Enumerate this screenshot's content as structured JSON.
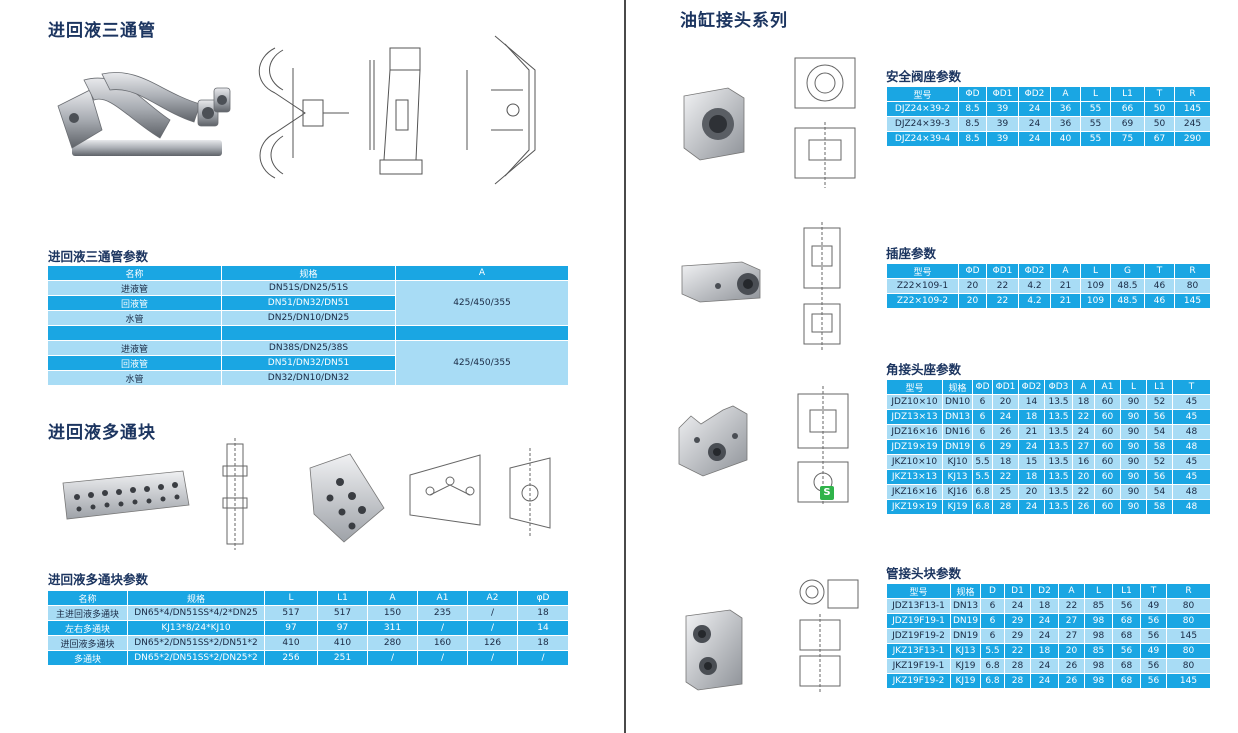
{
  "left": {
    "tee": {
      "title": "进回液三通管",
      "param_title": "进回液三通管参数",
      "headers": [
        "名称",
        "规格",
        "A"
      ],
      "rows": [
        [
          "进液管",
          "DN51S/DN25/51S"
        ],
        [
          "回液管",
          "DN51/DN32/DN51"
        ],
        [
          "水管",
          "DN25/DN10/DN25"
        ],
        [
          "",
          ""
        ],
        [
          "进液管",
          "DN38S/DN25/38S"
        ],
        [
          "回液管",
          "DN51/DN32/DN51"
        ],
        [
          "水管",
          "DN32/DN10/DN32"
        ]
      ],
      "a_group1": "425/450/355",
      "a_group2": "425/450/355"
    },
    "block": {
      "title": "进回液多通块",
      "param_title": "进回液多通块参数",
      "headers": [
        "名称",
        "规格",
        "L",
        "L1",
        "A",
        "A1",
        "A2",
        "φD"
      ],
      "rows": [
        [
          "主进回液多通块",
          "DN65*4/DN51SS*4/2*DN25",
          "517",
          "517",
          "150",
          "235",
          "/",
          "18"
        ],
        [
          "左右多通块",
          "KJ13*8/24*KJ10",
          "97",
          "97",
          "311",
          "/",
          "/",
          "14"
        ],
        [
          "进回液多通块",
          "DN65*2/DN51SS*2/DN51*2",
          "410",
          "410",
          "280",
          "160",
          "126",
          "18"
        ],
        [
          "多通块",
          "DN65*2/DN51SS*2/DN25*2",
          "256",
          "251",
          "/",
          "/",
          "/",
          "/"
        ]
      ]
    }
  },
  "right": {
    "title": "油缸接头系列",
    "safety": {
      "title": "安全阀座参数",
      "headers": [
        "型号",
        "ΦD",
        "ΦD1",
        "ΦD2",
        "A",
        "L",
        "L1",
        "T",
        "R"
      ],
      "rows": [
        [
          "DJZ24×39-2",
          "8.5",
          "39",
          "24",
          "36",
          "55",
          "66",
          "50",
          "145"
        ],
        [
          "DJZ24×39-3",
          "8.5",
          "39",
          "24",
          "36",
          "55",
          "69",
          "50",
          "245"
        ],
        [
          "DJZ24×39-4",
          "8.5",
          "39",
          "24",
          "40",
          "55",
          "75",
          "67",
          "290"
        ]
      ]
    },
    "socket": {
      "title": "插座参数",
      "headers": [
        "型号",
        "ΦD",
        "ΦD1",
        "ΦD2",
        "A",
        "L",
        "G",
        "T",
        "R"
      ],
      "rows": [
        [
          "Z22×109-1",
          "20",
          "22",
          "4.2",
          "21",
          "109",
          "48.5",
          "46",
          "80"
        ],
        [
          "Z22×109-2",
          "20",
          "22",
          "4.2",
          "21",
          "109",
          "48.5",
          "46",
          "145"
        ]
      ]
    },
    "angle": {
      "title": "角接头座参数",
      "headers": [
        "型号",
        "规格",
        "ΦD",
        "ΦD1",
        "ΦD2",
        "ΦD3",
        "A",
        "A1",
        "L",
        "L1",
        "T"
      ],
      "rows": [
        [
          "JDZ10×10",
          "DN10",
          "6",
          "20",
          "14",
          "13.5",
          "18",
          "60",
          "90",
          "52",
          "45"
        ],
        [
          "JDZ13×13",
          "DN13",
          "6",
          "24",
          "18",
          "13.5",
          "22",
          "60",
          "90",
          "56",
          "45"
        ],
        [
          "JDZ16×16",
          "DN16",
          "6",
          "26",
          "21",
          "13.5",
          "24",
          "60",
          "90",
          "54",
          "48"
        ],
        [
          "JDZ19×19",
          "DN19",
          "6",
          "29",
          "24",
          "13.5",
          "27",
          "60",
          "90",
          "58",
          "48"
        ],
        [
          "JKZ10×10",
          "KJ10",
          "5.5",
          "18",
          "15",
          "13.5",
          "16",
          "60",
          "90",
          "52",
          "45"
        ],
        [
          "JKZ13×13",
          "KJ13",
          "5.5",
          "22",
          "18",
          "13.5",
          "20",
          "60",
          "90",
          "56",
          "45"
        ],
        [
          "JKZ16×16",
          "KJ16",
          "6.8",
          "25",
          "20",
          "13.5",
          "22",
          "60",
          "90",
          "54",
          "48"
        ],
        [
          "JKZ19×19",
          "KJ19",
          "6.8",
          "28",
          "24",
          "13.5",
          "26",
          "60",
          "90",
          "58",
          "48"
        ]
      ]
    },
    "pipe": {
      "title": "管接头块参数",
      "headers": [
        "型号",
        "规格",
        "D",
        "D1",
        "D2",
        "A",
        "L",
        "L1",
        "T",
        "R"
      ],
      "rows": [
        [
          "JDZ13F13-1",
          "DN13",
          "6",
          "24",
          "18",
          "22",
          "85",
          "56",
          "49",
          "80"
        ],
        [
          "JDZ19F19-1",
          "DN19",
          "6",
          "29",
          "24",
          "27",
          "98",
          "68",
          "56",
          "80"
        ],
        [
          "JDZ19F19-2",
          "DN19",
          "6",
          "29",
          "24",
          "27",
          "98",
          "68",
          "56",
          "145"
        ],
        [
          "JKZ13F13-1",
          "KJ13",
          "5.5",
          "22",
          "18",
          "20",
          "85",
          "56",
          "49",
          "80"
        ],
        [
          "JKZ19F19-1",
          "KJ19",
          "6.8",
          "28",
          "24",
          "26",
          "98",
          "68",
          "56",
          "80"
        ],
        [
          "JKZ19F19-2",
          "KJ19",
          "6.8",
          "28",
          "24",
          "26",
          "98",
          "68",
          "56",
          "145"
        ]
      ]
    },
    "badge": "S"
  }
}
